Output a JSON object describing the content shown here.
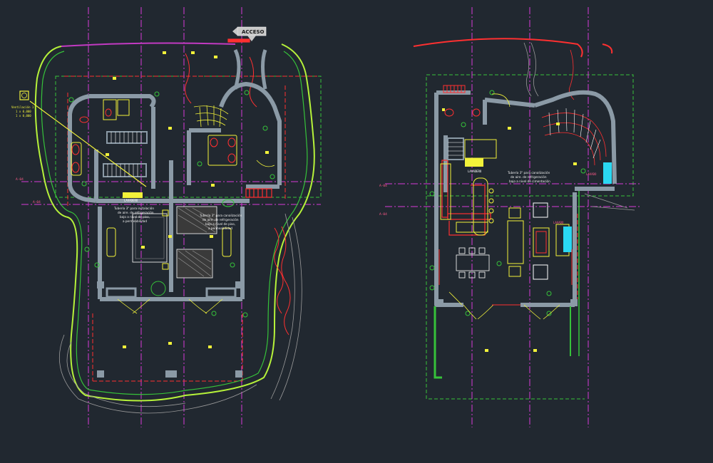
{
  "labels": {
    "access": "ACCESO",
    "axis_a": "A-04",
    "axis_b": "A-04",
    "axis_c": "A-04",
    "axis_d": "A-04",
    "left_top_note_1": "Ventilación 1",
    "left_top_note_2": "1 x 0,000",
    "left_top_note_3": "1 x 0,000",
    "left_tag": "LAVADERO",
    "left_note_1a": "Tubería 3\" para instalación",
    "left_note_1b": "de aire. de refrigeración",
    "left_note_1c": "bajo a nivel de piso,",
    "left_note_1d": "a permeabilidad",
    "left_note_2a": "Tubería 3\" para canalización",
    "left_note_2b": "de aire. de refrigeración",
    "left_note_2c": "bajo a nivel de piso,",
    "left_note_2d": "a permeabilidad",
    "right_tag": "LAVADERO",
    "right_note_a": "Tubería 3\" para canalización",
    "right_note_b": "de aire. de refrigeración",
    "right_note_c": "bajo a nivel de cimentación",
    "right_cyan_1": "LAVADO",
    "right_cyan_2": "LAVADO"
  },
  "colors": {
    "background": "#212830",
    "wall": "#8b9aa6",
    "green": "#36c23a",
    "lime": "#b6f23a",
    "red": "#ff3030",
    "magenta": "#d83ad8",
    "yellow": "#f2f23a",
    "cyan": "#2ad8f2",
    "white": "#d8d8d8"
  }
}
